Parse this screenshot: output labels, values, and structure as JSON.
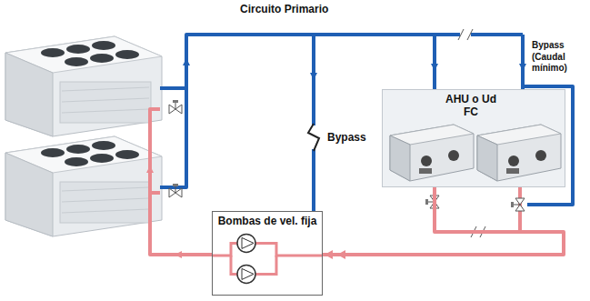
{
  "diagram": {
    "nodes": [
      {
        "text": [
          "Bombas de vel. fija"
        ]
      },
      {
        "text": [
          "AHU o Ud FC"
        ]
      }
    ],
    "edges": [
      {
        "from": 1,
        "to": 0,
        "arrow": "to"
      }
    ],
    "labels": [
      "Circuito Primario",
      "Bypass",
      "Bypass (Caudal mínimo)"
    ]
  }
}
